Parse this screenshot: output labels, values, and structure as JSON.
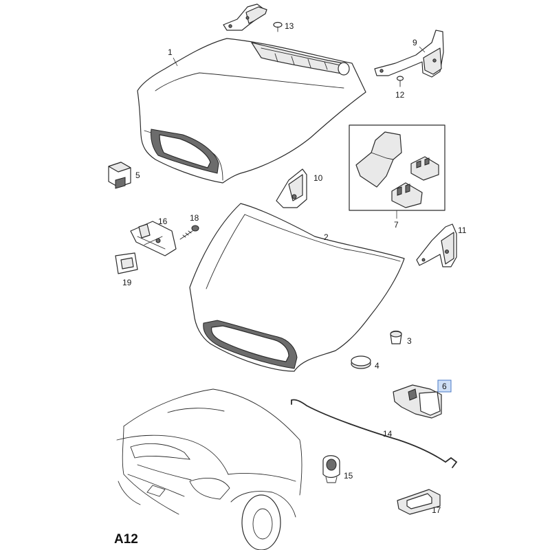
{
  "sheet_code": "A12",
  "highlight_color": "#cfe0f7",
  "highlighted_part": "6",
  "callouts": {
    "c1": "1",
    "c2": "2",
    "c3": "3",
    "c4": "4",
    "c5": "5",
    "c6": "6",
    "c7": "7",
    "c9": "9",
    "c10": "10",
    "c11": "11",
    "c12": "12",
    "c13": "13",
    "c14": "14",
    "c15": "15",
    "c16": "16",
    "c17": "17",
    "c18": "18",
    "c19": "19"
  }
}
